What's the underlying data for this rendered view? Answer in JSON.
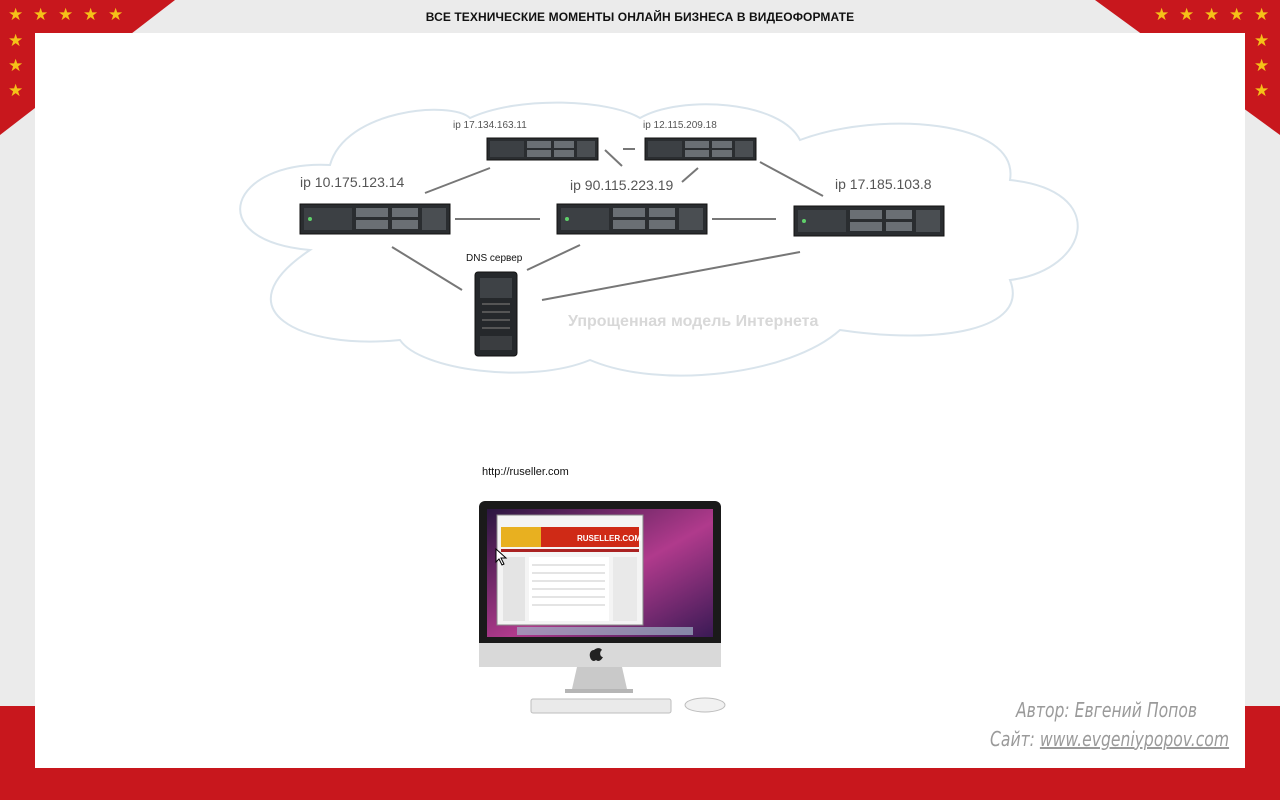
{
  "header": {
    "title": "ВСЕ ТЕХНИЧЕСКИЕ МОМЕНТЫ ОНЛАЙН БИЗНЕСА В ВИДЕОФОРМАТЕ"
  },
  "diagram": {
    "cloud_title": "Упрощенная модель Интернета",
    "dns_label": "DNS сервер",
    "servers": [
      {
        "id": "left",
        "ip": "ip 10.175.123.14"
      },
      {
        "id": "center",
        "ip": "ip 90.115.223.19"
      },
      {
        "id": "right",
        "ip": "ip 17.185.103.8"
      },
      {
        "id": "top-left",
        "ip": "ip 17.134.163.11"
      },
      {
        "id": "top-right",
        "ip": "ip 12.115.209.18"
      }
    ]
  },
  "computer": {
    "url": "http://ruseller.com",
    "screen_site": "RUSELLER.COM"
  },
  "footer": {
    "author": "Автор: Евгений Попов",
    "site_prefix": "Сайт:",
    "site_link": "www.evgeniypopov.com"
  },
  "colors": {
    "red": "#c8171d",
    "star": "#f5c118",
    "line": "#777777"
  }
}
